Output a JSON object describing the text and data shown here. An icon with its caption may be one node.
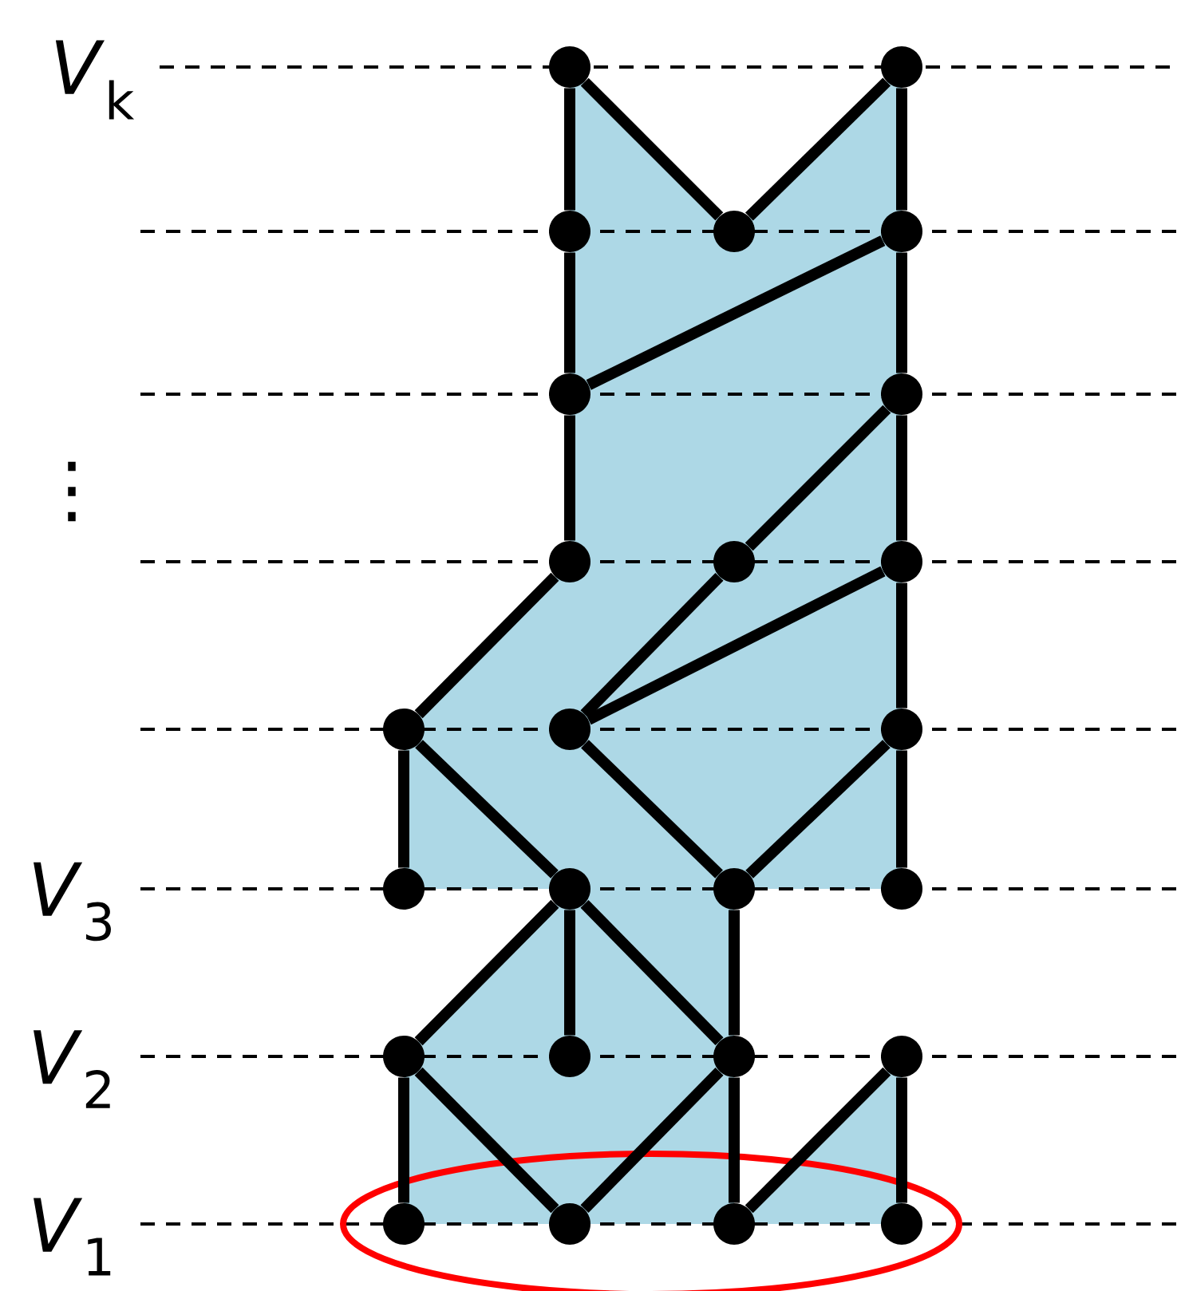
{
  "diagram": {
    "nodes": [
      {
        "text": [],
        "shape": "circle"
      },
      {
        "text": [],
        "shape": "circle"
      },
      {
        "text": [],
        "shape": "circle"
      },
      {
        "text": [],
        "shape": "circle"
      },
      {
        "text": [],
        "shape": "circle"
      },
      {
        "text": [],
        "shape": "circle"
      },
      {
        "text": [],
        "shape": "circle"
      },
      {
        "text": [],
        "shape": "circle"
      },
      {
        "text": [],
        "shape": "circle"
      },
      {
        "text": [],
        "shape": "circle"
      },
      {
        "text": [],
        "shape": "circle"
      },
      {
        "text": [],
        "shape": "circle"
      },
      {
        "text": [],
        "shape": "circle"
      },
      {
        "text": [],
        "shape": "circle"
      },
      {
        "text": [],
        "shape": "circle"
      },
      {
        "text": [],
        "shape": "circle"
      },
      {
        "text": [],
        "shape": "circle"
      },
      {
        "text": [],
        "shape": "circle"
      },
      {
        "text": [],
        "shape": "circle"
      },
      {
        "text": [],
        "shape": "circle"
      },
      {
        "text": [],
        "shape": "circle"
      },
      {
        "text": [],
        "shape": "circle"
      },
      {
        "text": [],
        "shape": "circle"
      },
      {
        "text": [],
        "shape": "circle"
      },
      {
        "text": [],
        "shape": "circle"
      }
    ],
    "edges": [
      {
        "from": 0,
        "to": 2,
        "arrow": "none"
      },
      {
        "from": 0,
        "to": 3,
        "arrow": "none"
      },
      {
        "from": 1,
        "to": 3,
        "arrow": "none"
      },
      {
        "from": 1,
        "to": 4,
        "arrow": "none"
      },
      {
        "from": 2,
        "to": 5,
        "arrow": "none"
      },
      {
        "from": 4,
        "to": 5,
        "arrow": "none"
      },
      {
        "from": 4,
        "to": 6,
        "arrow": "none"
      },
      {
        "from": 5,
        "to": 7,
        "arrow": "none"
      },
      {
        "from": 6,
        "to": 8,
        "arrow": "none"
      },
      {
        "from": 6,
        "to": 9,
        "arrow": "none"
      },
      {
        "from": 7,
        "to": 10,
        "arrow": "none"
      },
      {
        "from": 8,
        "to": 11,
        "arrow": "none"
      },
      {
        "from": 9,
        "to": 11,
        "arrow": "none"
      },
      {
        "from": 9,
        "to": 12,
        "arrow": "none"
      },
      {
        "from": 10,
        "to": 13,
        "arrow": "none"
      },
      {
        "from": 10,
        "to": 14,
        "arrow": "none"
      },
      {
        "from": 11,
        "to": 15,
        "arrow": "none"
      },
      {
        "from": 12,
        "to": 15,
        "arrow": "none"
      },
      {
        "from": 12,
        "to": 16,
        "arrow": "none"
      },
      {
        "from": 14,
        "to": 17,
        "arrow": "none"
      },
      {
        "from": 14,
        "to": 18,
        "arrow": "none"
      },
      {
        "from": 14,
        "to": 19,
        "arrow": "none"
      },
      {
        "from": 15,
        "to": 19,
        "arrow": "none"
      },
      {
        "from": 17,
        "to": 21,
        "arrow": "none"
      },
      {
        "from": 17,
        "to": 22,
        "arrow": "none"
      },
      {
        "from": 19,
        "to": 22,
        "arrow": "none"
      },
      {
        "from": 19,
        "to": 23,
        "arrow": "none"
      },
      {
        "from": 20,
        "to": 23,
        "arrow": "none"
      },
      {
        "from": 20,
        "to": 24,
        "arrow": "none"
      }
    ],
    "labels": [
      "*V*$_{k}$",
      "⋮",
      "*V*$_{3}$",
      "*V*$_{2}$",
      "*V*$_{1}$"
    ]
  }
}
